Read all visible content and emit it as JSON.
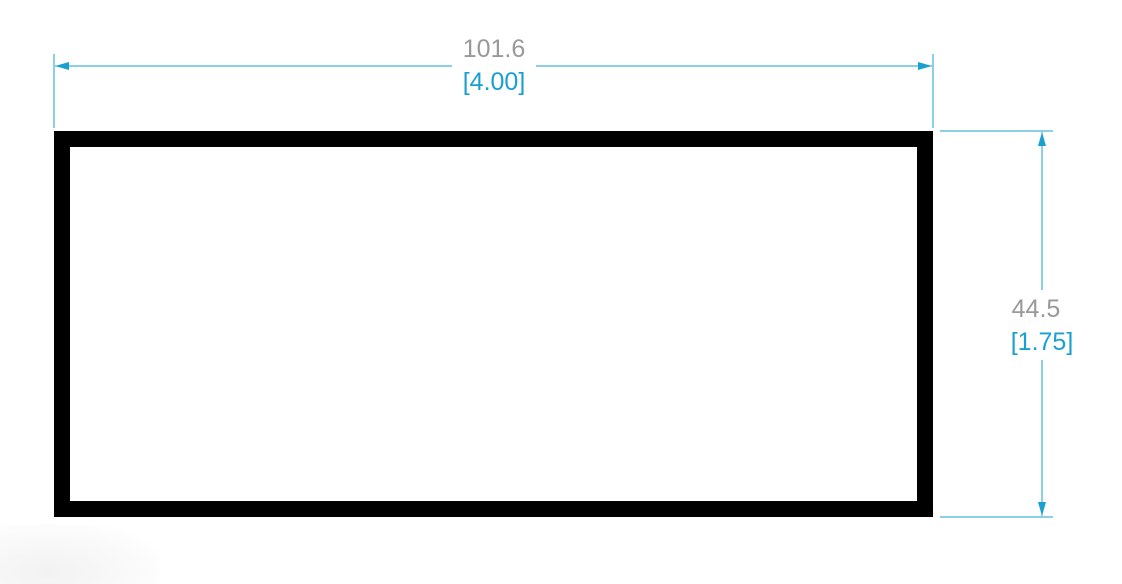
{
  "colors": {
    "dimension_line": "#1a9fd1",
    "metric_text": "#999999",
    "imperial_text": "#1a9fd1",
    "profile": "#000000",
    "background": "#ffffff"
  },
  "dimensions": {
    "width": {
      "metric": "101.6",
      "imperial": "[4.00]"
    },
    "height": {
      "metric": "44.5",
      "imperial": "[1.75]"
    }
  }
}
